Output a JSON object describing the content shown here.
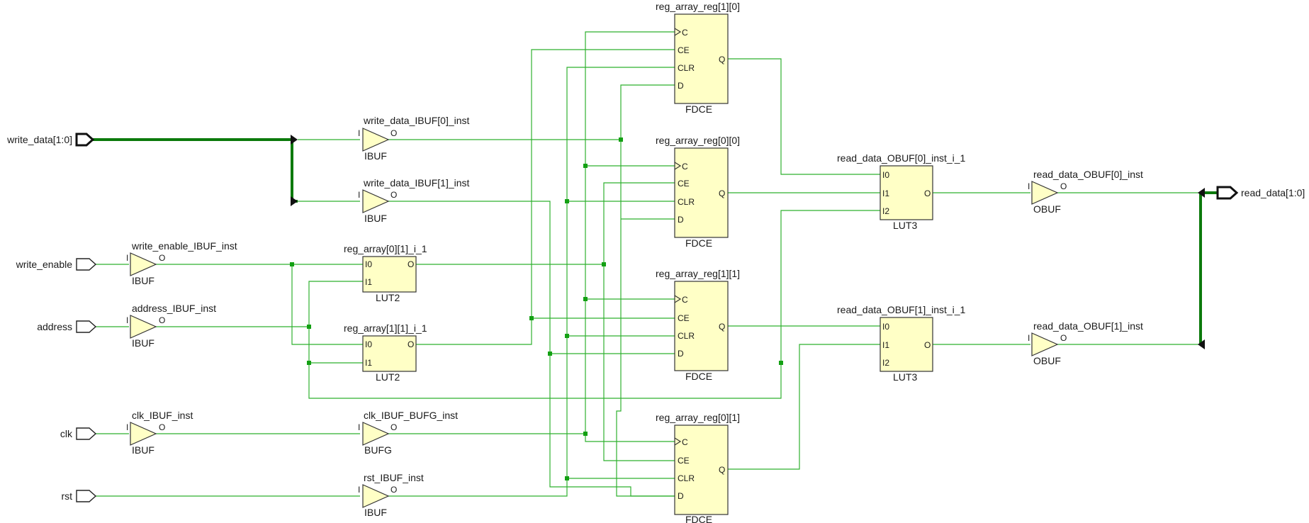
{
  "colors": {
    "wire": "#2fb12f",
    "bus": "#0c7a0c",
    "cell_fill": "#ffffc6",
    "junction": "#13a013"
  },
  "ports": {
    "write_data": "write_data[1:0]",
    "write_enable": "write_enable",
    "address": "address",
    "clk": "clk",
    "rst": "rst",
    "read_data": "read_data[1:0]"
  },
  "buffers": {
    "wd0": {
      "name": "write_data_IBUF[0]_inst",
      "type": "IBUF",
      "in": "I",
      "out": "O"
    },
    "wd1": {
      "name": "write_data_IBUF[1]_inst",
      "type": "IBUF",
      "in": "I",
      "out": "O"
    },
    "we": {
      "name": "write_enable_IBUF_inst",
      "type": "IBUF",
      "in": "I",
      "out": "O"
    },
    "addr": {
      "name": "address_IBUF_inst",
      "type": "IBUF",
      "in": "I",
      "out": "O"
    },
    "clk": {
      "name": "clk_IBUF_inst",
      "type": "IBUF",
      "in": "I",
      "out": "O"
    },
    "bufg": {
      "name": "clk_IBUF_BUFG_inst",
      "type": "BUFG",
      "in": "I",
      "out": "O"
    },
    "rst": {
      "name": "rst_IBUF_inst",
      "type": "IBUF",
      "in": "I",
      "out": "O"
    },
    "rd0": {
      "name": "read_data_OBUF[0]_inst",
      "type": "OBUF",
      "in": "I",
      "out": "O"
    },
    "rd1": {
      "name": "read_data_OBUF[1]_inst",
      "type": "OBUF",
      "in": "I",
      "out": "O"
    }
  },
  "luts": {
    "l01": {
      "name": "reg_array[0][1]_i_1",
      "type": "LUT2",
      "pins": [
        "I0",
        "I1"
      ],
      "out": "O"
    },
    "l11": {
      "name": "reg_array[1][1]_i_1",
      "type": "LUT2",
      "pins": [
        "I0",
        "I1"
      ],
      "out": "O"
    },
    "m0": {
      "name": "read_data_OBUF[0]_inst_i_1",
      "type": "LUT3",
      "pins": [
        "I0",
        "I1",
        "I2"
      ],
      "out": "O"
    },
    "m1": {
      "name": "read_data_OBUF[1]_inst_i_1",
      "type": "LUT3",
      "pins": [
        "I0",
        "I1",
        "I2"
      ],
      "out": "O"
    }
  },
  "flops": {
    "r10": {
      "name": "reg_array_reg[1][0]",
      "type": "FDCE",
      "pins": [
        "C",
        "CE",
        "CLR",
        "D"
      ],
      "out": "Q"
    },
    "r00": {
      "name": "reg_array_reg[0][0]",
      "type": "FDCE",
      "pins": [
        "C",
        "CE",
        "CLR",
        "D"
      ],
      "out": "Q"
    },
    "r11": {
      "name": "reg_array_reg[1][1]",
      "type": "FDCE",
      "pins": [
        "C",
        "CE",
        "CLR",
        "D"
      ],
      "out": "Q"
    },
    "r01": {
      "name": "reg_array_reg[0][1]",
      "type": "FDCE",
      "pins": [
        "C",
        "CE",
        "CLR",
        "D"
      ],
      "out": "Q"
    }
  }
}
